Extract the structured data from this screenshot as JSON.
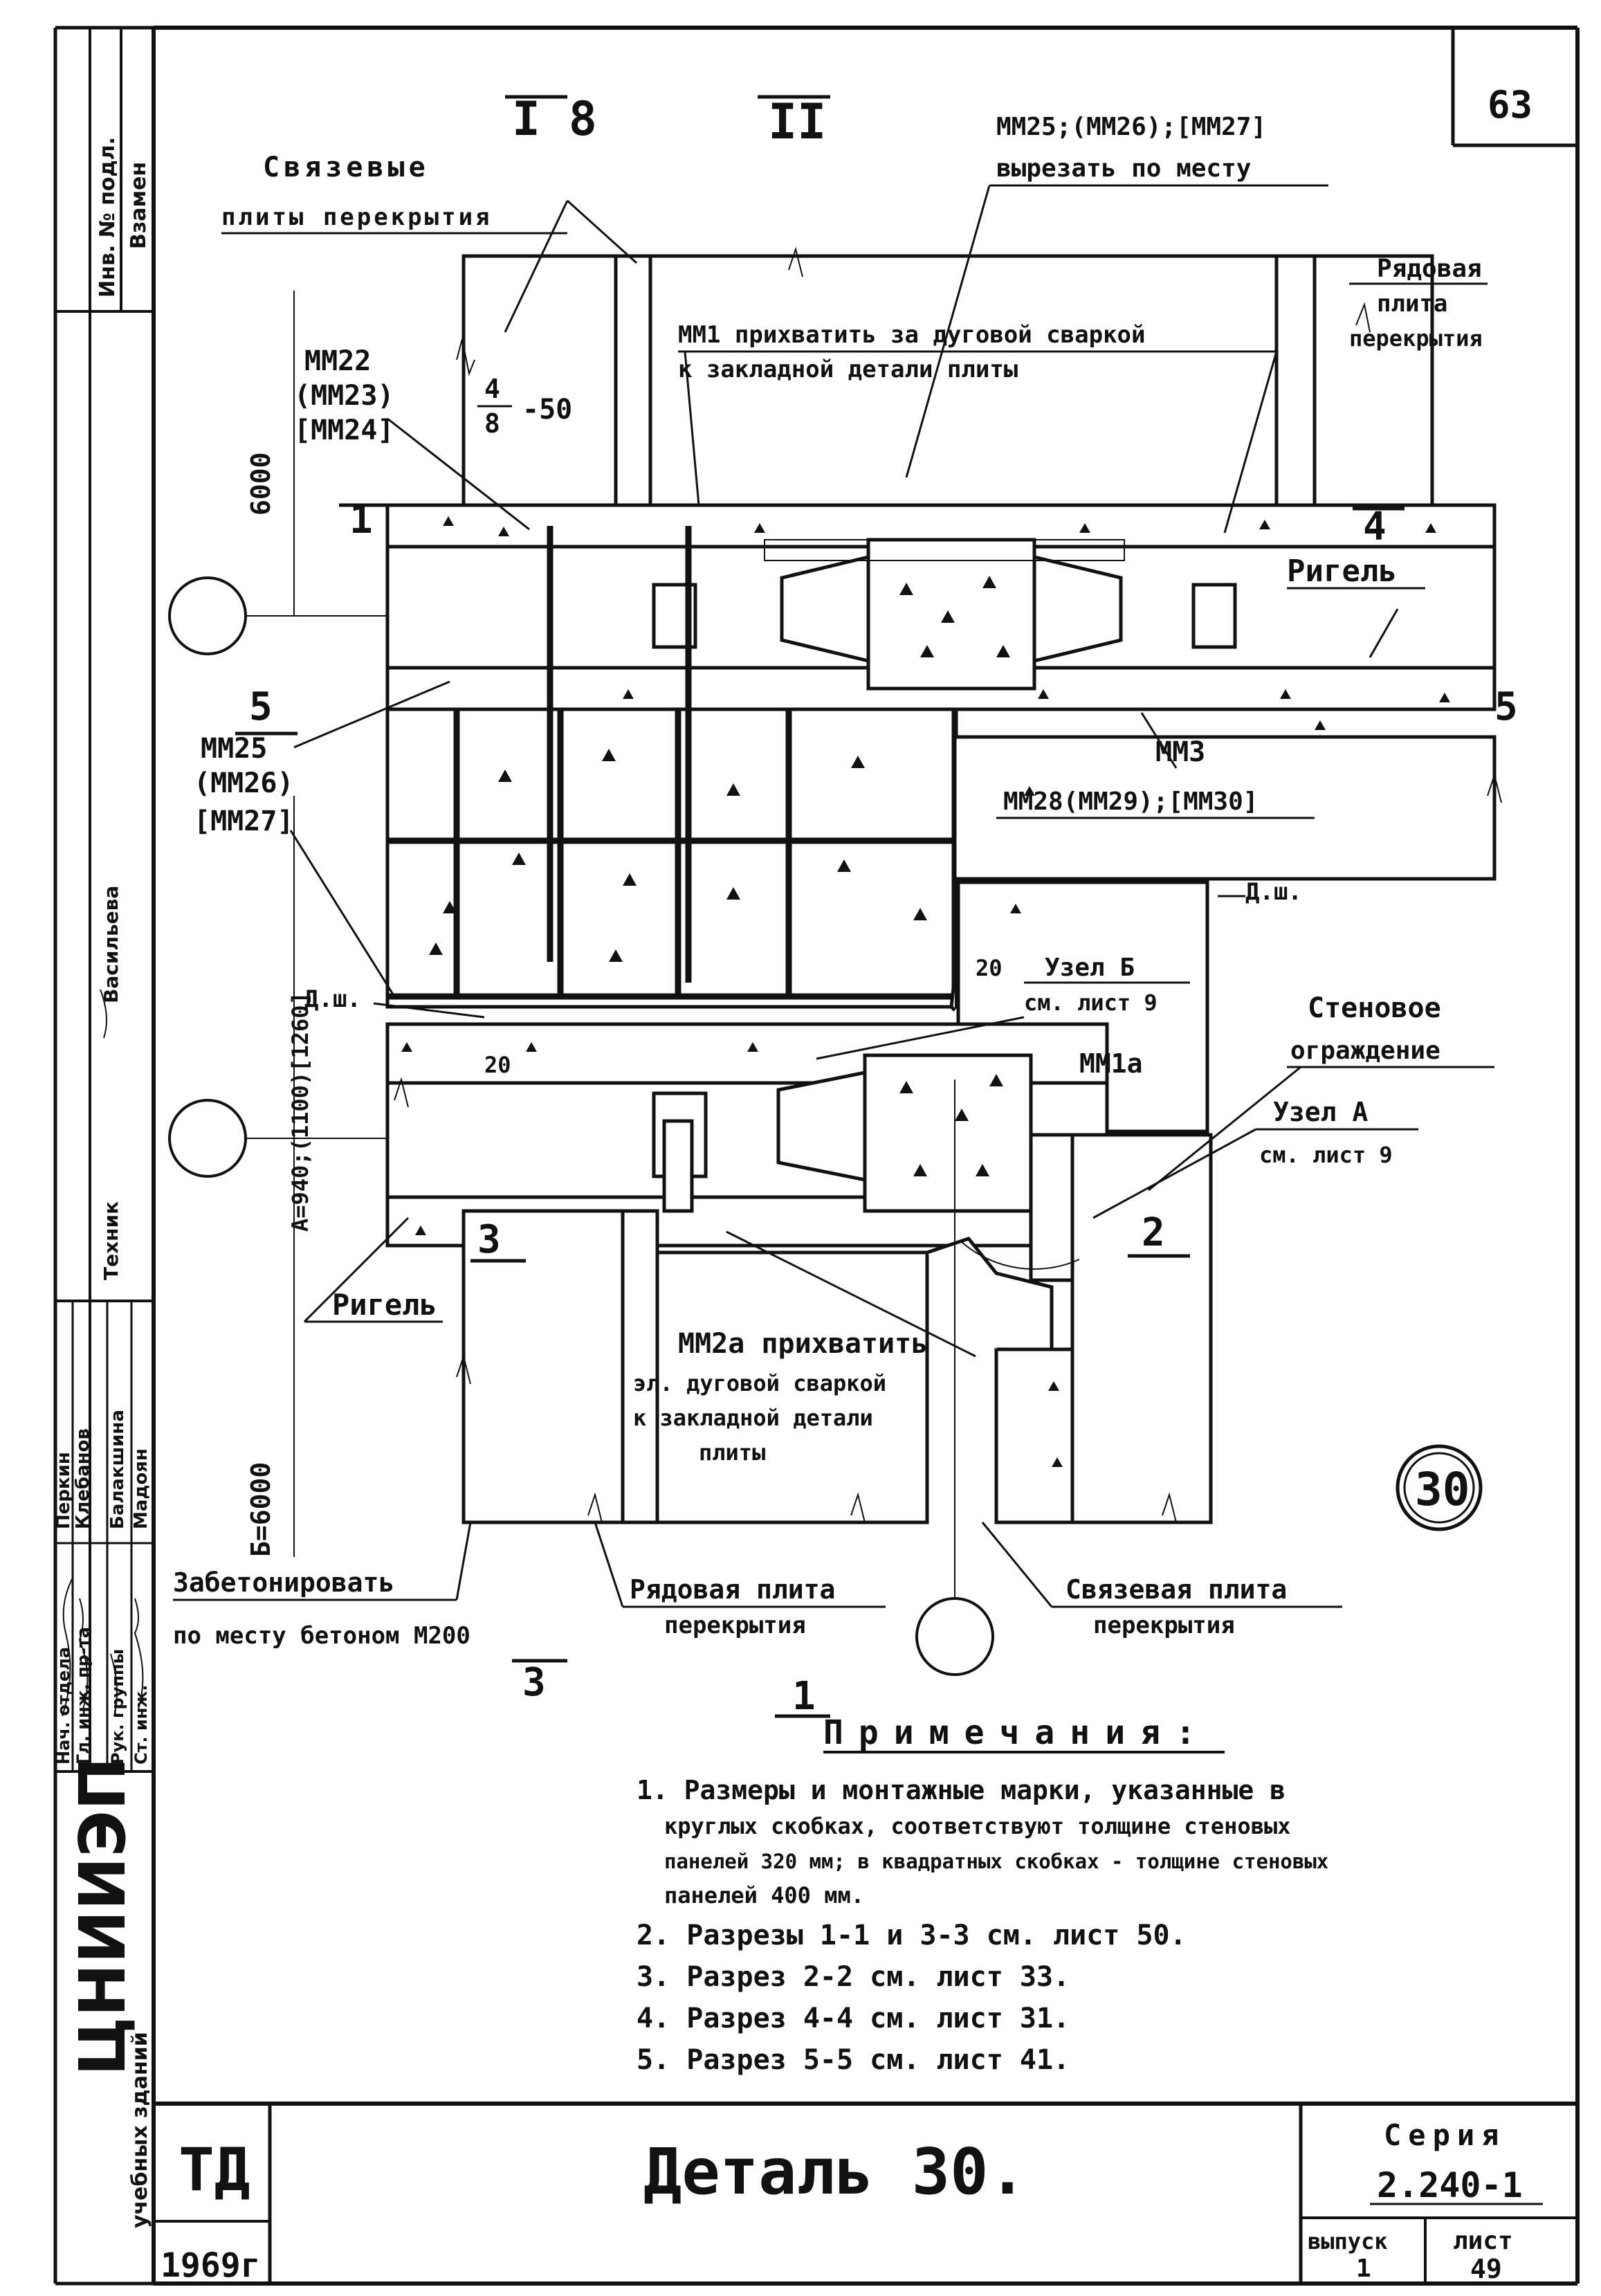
{
  "sheet_number_corner": "63",
  "stamp_number": "30",
  "title": "Деталь 30.",
  "left_strip": {
    "org": "ЦНИИЭП",
    "org_sub": "учебных зданий",
    "top_cells": [
      "Инв. № подл.",
      "Взамен"
    ],
    "roles": [
      "Нач. отдела",
      "Гл. инж. пр-та",
      "Рук. группы",
      "Ст. инж."
    ],
    "names": [
      "Перкин",
      "Клебанов",
      "Балакшина",
      "Мадоян"
    ],
    "mid_labels": [
      "Техник",
      "Васильева"
    ]
  },
  "title_block": {
    "td": "ТД",
    "year": "1969г",
    "series_label": "Серия",
    "series": "2.240-1",
    "issue_label": "выпуск",
    "issue": "1",
    "sheet_label": "лист",
    "sheet": "49"
  },
  "section_marks": {
    "top1": "I 8",
    "top2": "II",
    "s1_label": "1",
    "s4": "4",
    "s5": "5",
    "s3": "3",
    "s2": "2"
  },
  "dims": {
    "top_6000": "6000",
    "a_940": "А=940;(1100)[1260]",
    "b_6000": "Б=6000",
    "frac_top": "4",
    "frac_bot": "8",
    "frac_dash": "-50",
    "d20a": "20",
    "d20b": "20"
  },
  "callouts": {
    "link_slabs": [
      "Связевые",
      "плиты перекрытия"
    ],
    "mm22": [
      "ММ22",
      "(ММ23)",
      "[ММ24]"
    ],
    "mm25_top": [
      "ММ25;(ММ26);[ММ27]",
      "вырезать по месту"
    ],
    "mm1_weld": [
      "ММ1 прихватить за дуговой сваркой",
      "к закладной детали плиты"
    ],
    "row_slab_tr": [
      "Рядовая",
      "плита",
      "перекрытия"
    ],
    "rigel_tr": "Ригель",
    "mm25_left": [
      "ММ25",
      "(ММ26)",
      "[ММ27]"
    ],
    "mm3": "ММ3",
    "mm28": "ММ28(ММ29);[ММ30]",
    "dsh_right": "Д.ш.",
    "dsh_left": "Д.ш.",
    "uzel_b": [
      "Узел Б",
      "см. лист 9"
    ],
    "mm1a": "ММ1а",
    "wall": [
      "Стеновое",
      "ограждение"
    ],
    "uzel_a": [
      "Узел А",
      "см. лист 9"
    ],
    "rigel_bl": "Ригель",
    "mm2a_weld": [
      "ММ2а прихватить",
      "эл. дуговой сваркой",
      "к закладной детали",
      "плиты"
    ],
    "concrete": [
      "Забетонировать",
      "по месту бетоном  М200"
    ],
    "row_slab_b": [
      "Рядовая плита",
      "перекрытия"
    ],
    "link_slab_b": [
      "Связевая плита",
      "перекрытия"
    ]
  },
  "notes": {
    "heading": "Примечания:",
    "items": [
      "1. Размеры и монтажные марки, указанные в",
      "круглых скобках, соответствуют толщине стеновых",
      "панелей 320 мм; в квадратных скобках - толщине стеновых",
      "панелей 400 мм.",
      "2. Разрезы 1-1 и 3-3 см. лист 50.",
      "3. Разрез  2-2  см. лист 33.",
      "4. Разрез  4-4  см. лист 31.",
      "5. Разрез  5-5  см. лист 41."
    ]
  }
}
